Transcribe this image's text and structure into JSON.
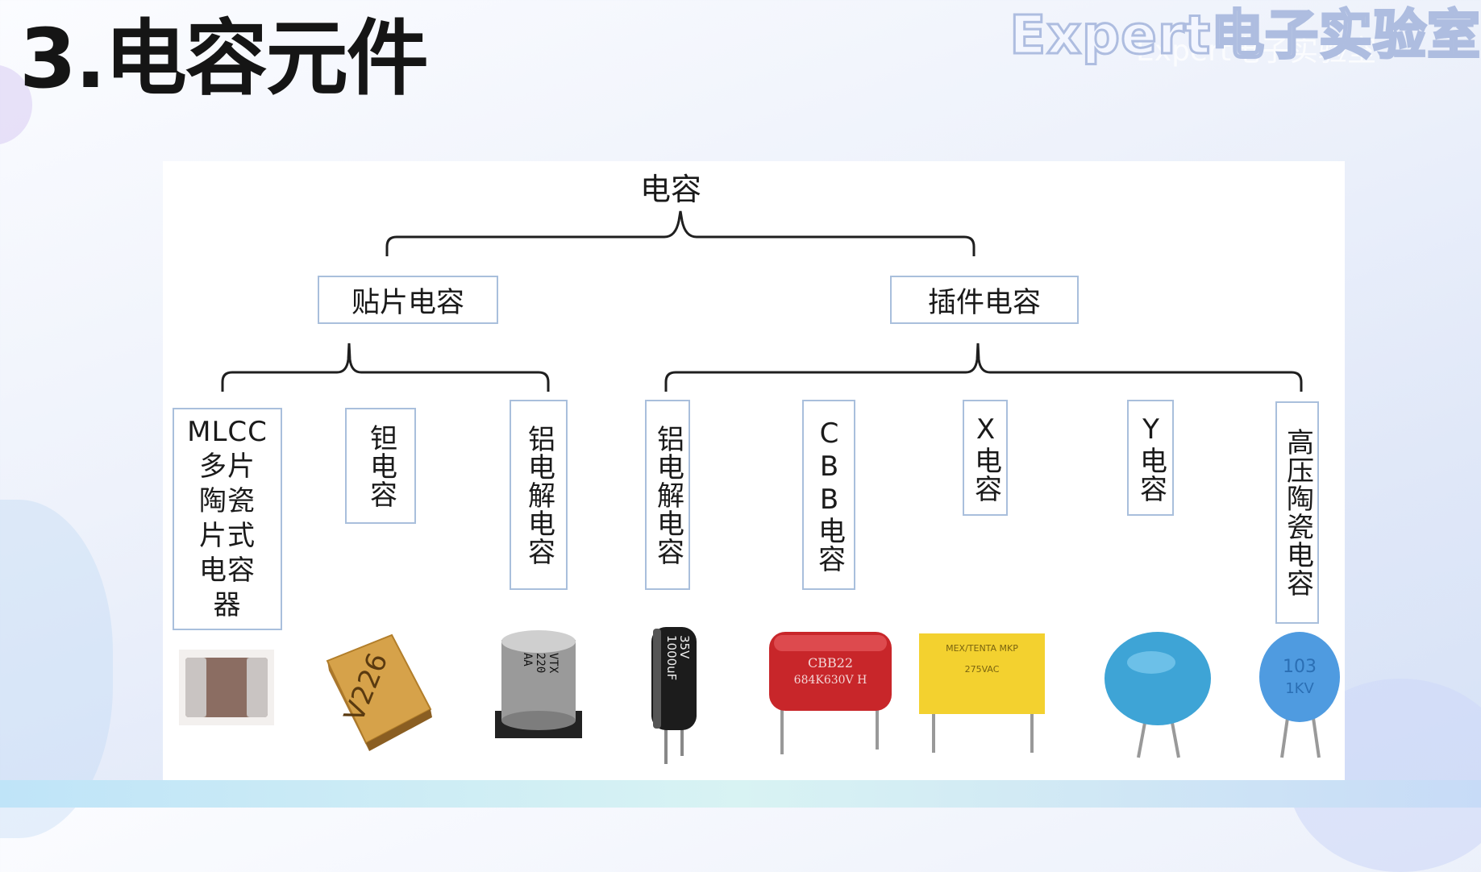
{
  "slide": {
    "title": "3.电容元件",
    "watermark": "Expert电子实验室",
    "watermark_ghost": "Expert电子实验室"
  },
  "diagram": {
    "root": "电容",
    "groups": [
      {
        "label": "贴片电容",
        "children": [
          {
            "label": "MLCC多片陶瓷片式电容器",
            "lines": [
              "MLCC",
              "多片",
              "陶瓷",
              "片式",
              "电容",
              "器"
            ]
          },
          {
            "label": "钽电容"
          },
          {
            "label": "铝电解电容"
          }
        ]
      },
      {
        "label": "插件电容",
        "children": [
          {
            "label": "铝电解电容"
          },
          {
            "label": "CBB电容"
          },
          {
            "label": "X电容"
          },
          {
            "label": "Y电容"
          },
          {
            "label": "高压陶瓷电容"
          }
        ]
      }
    ]
  },
  "photo_markings": {
    "tantalum": "V226",
    "smd_electrolytic_lines": [
      "AA",
      "220",
      "VTX"
    ],
    "radial_electrolytic_lines": [
      "35V",
      "1000uF"
    ],
    "cbb": [
      "CBB22",
      "684K630V H"
    ],
    "x_cap": [
      "MEX/TENTA MKP",
      "275VAC"
    ],
    "hv_ceramic": [
      "103",
      "1KV"
    ]
  },
  "colors": {
    "node_border": "#a9bfdc",
    "tree_line": "#1f1f1f",
    "tantalum_body": "#d6a24a",
    "cbb_body": "#c8262a",
    "x_cap_body": "#f3d12f",
    "y_cap_body": "#3ea4d6",
    "hv_ceramic_body": "#4f9be0"
  }
}
